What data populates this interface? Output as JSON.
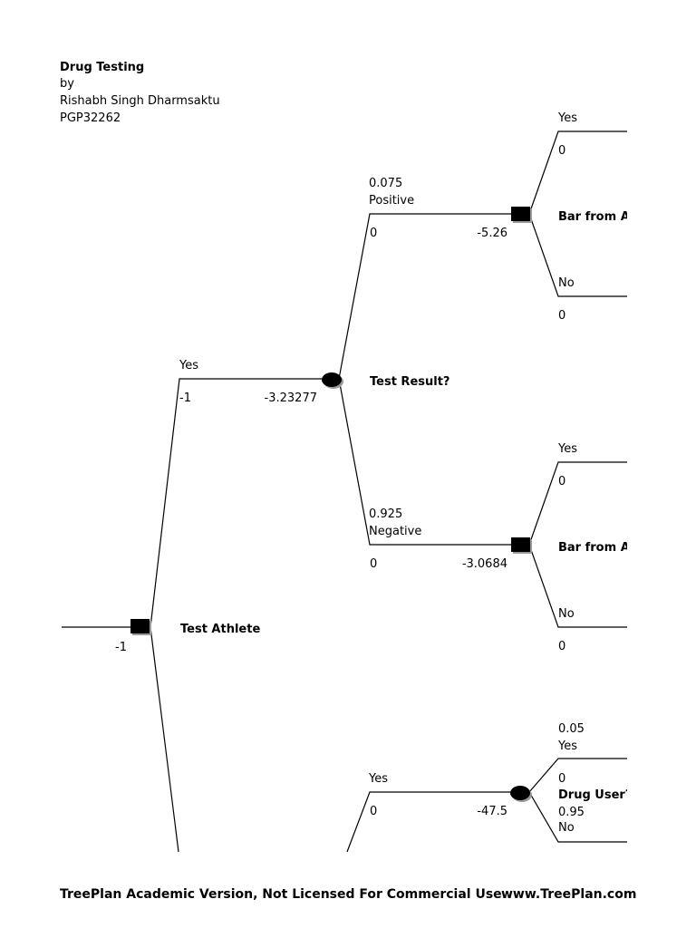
{
  "header": {
    "title": "Drug Testing",
    "by": "by",
    "author": "Rishabh Singh Dharmsaktu",
    "id": "PGP32262"
  },
  "root": {
    "label": "Test Athlete",
    "value": "-1"
  },
  "branch_test_yes": {
    "label": "Yes",
    "cost": "-1",
    "value": "-3.23277",
    "chance_label": "Test Result?"
  },
  "branch_positive": {
    "prob": "0.075",
    "label": "Positive",
    "cost": "0",
    "value": "-5.26",
    "decision_label": "Bar from Athletics?",
    "yes": "Yes",
    "yes_cost": "0",
    "no": "No",
    "no_cost": "0"
  },
  "branch_negative": {
    "prob": "0.925",
    "label": "Negative",
    "cost": "0",
    "value": "-3.0684",
    "decision_label": "Bar from Athletics?",
    "yes": "Yes",
    "yes_cost": "0",
    "no": "No",
    "no_cost": "0"
  },
  "branch_lower": {
    "label": "Yes",
    "cost": "0",
    "value": "-47.5",
    "chance_label": "Drug User?",
    "yes_prob": "0.05",
    "yes": "Yes",
    "yes_cost": "0",
    "no_prob": "0.95",
    "no": "No"
  },
  "footer": {
    "left": "TreePlan Academic Version, Not Licensed For Commercial Use",
    "right": "www.TreePlan.com"
  }
}
